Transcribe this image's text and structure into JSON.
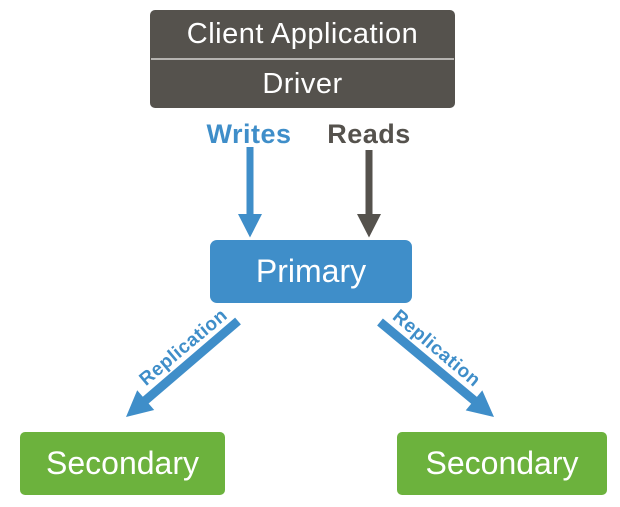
{
  "diagram": {
    "client_box": {
      "line1": "Client Application",
      "line2": "Driver"
    },
    "flow_labels": {
      "writes": "Writes",
      "reads": "Reads"
    },
    "replication_labels": {
      "left": "Replication",
      "right": "Replication"
    },
    "nodes": {
      "primary": "Primary",
      "secondary_left": "Secondary",
      "secondary_right": "Secondary"
    }
  },
  "colors": {
    "blue": "#3f8ec9",
    "gray_dark": "#55524d",
    "green": "#6cb23d",
    "divider": "#b5b3b0",
    "label_text": "#ffffff",
    "background": "#ffffff"
  }
}
